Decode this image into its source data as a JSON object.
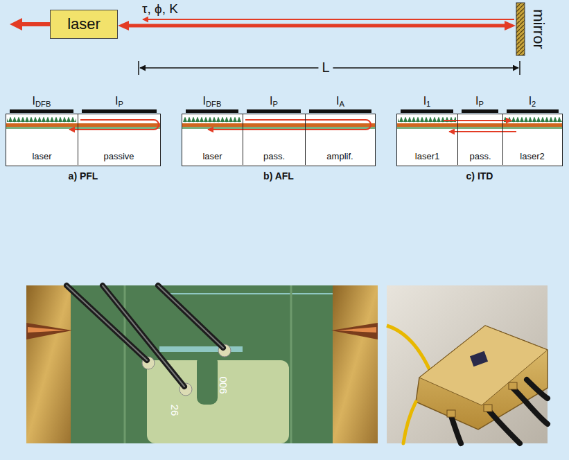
{
  "diagram": {
    "nodes": [
      {
        "text": [
          "laser"
        ]
      },
      {
        "text": [
          "mirror"
        ]
      },
      {
        "text": [
          "a) PFL"
        ]
      },
      {
        "text": [
          "laser"
        ],
        "in": 2
      },
      {
        "text": [
          "passive"
        ],
        "in": 2
      },
      {
        "text": [
          "b) AFL"
        ]
      },
      {
        "text": [
          "laser"
        ],
        "in": 5
      },
      {
        "text": [
          "pass."
        ],
        "in": 5
      },
      {
        "text": [
          "amplif."
        ],
        "in": 5
      },
      {
        "text": [
          "c) ITD"
        ]
      },
      {
        "text": [
          "laser1"
        ],
        "in": 9
      },
      {
        "text": [
          "pass."
        ],
        "in": 9
      },
      {
        "text": [
          "laser2"
        ],
        "in": 9
      }
    ],
    "edges": [
      {
        "from": 0,
        "to": 1,
        "label": "τ, ϕ, K",
        "arrow": "both"
      }
    ],
    "labels": [
      "L",
      "IDFB",
      "IP",
      "IDFB",
      "IP",
      "IA",
      "I1",
      "IP",
      "I2",
      "26",
      "006"
    ]
  }
}
